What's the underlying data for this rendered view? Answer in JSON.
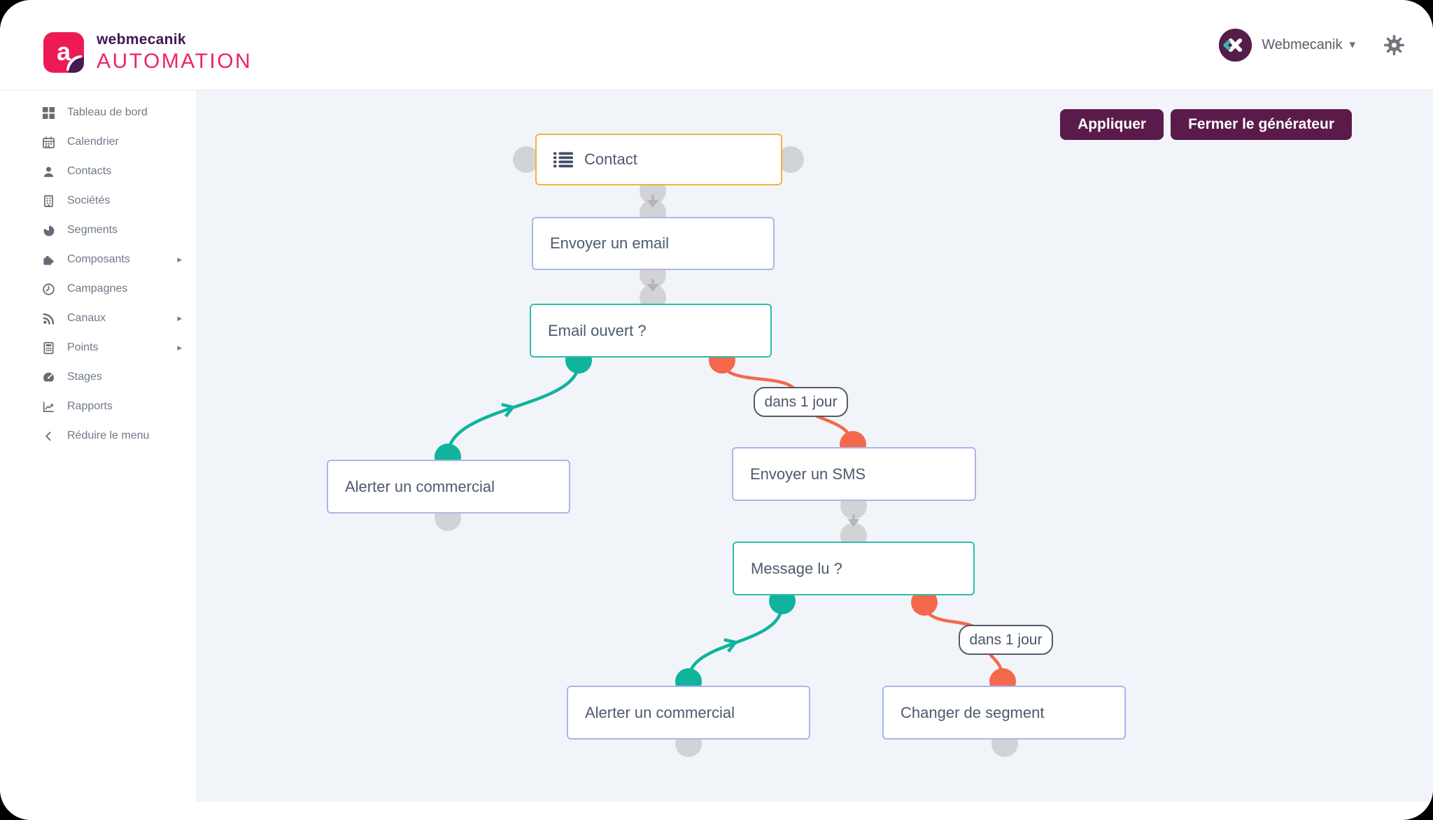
{
  "header": {
    "brand": {
      "logo_letter": "a",
      "name": "webmecanik",
      "product": "AUTOMATION"
    },
    "user": {
      "name": "Webmecanik"
    }
  },
  "sidebar": {
    "items": [
      {
        "label": "Tableau de bord",
        "icon": "dashboard-icon",
        "has_submenu": false
      },
      {
        "label": "Calendrier",
        "icon": "calendar-icon",
        "has_submenu": false
      },
      {
        "label": "Contacts",
        "icon": "user-icon",
        "has_submenu": false
      },
      {
        "label": "Sociétés",
        "icon": "building-icon",
        "has_submenu": false
      },
      {
        "label": "Segments",
        "icon": "pie-chart-icon",
        "has_submenu": false
      },
      {
        "label": "Composants",
        "icon": "puzzle-icon",
        "has_submenu": true
      },
      {
        "label": "Campagnes",
        "icon": "clock-icon",
        "has_submenu": false
      },
      {
        "label": "Canaux",
        "icon": "rss-icon",
        "has_submenu": true
      },
      {
        "label": "Points",
        "icon": "calculator-icon",
        "has_submenu": true
      },
      {
        "label": "Stages",
        "icon": "gauge-icon",
        "has_submenu": false
      },
      {
        "label": "Rapports",
        "icon": "chart-line-icon",
        "has_submenu": false
      }
    ],
    "collapse": {
      "label": "Réduire le menu",
      "icon": "chevron-left-icon"
    }
  },
  "toolbar": {
    "apply_label": "Appliquer",
    "close_label": "Fermer le générateur"
  },
  "flow": {
    "nodes": [
      {
        "id": "contact",
        "label": "Contact",
        "type": "source",
        "icon": "list-icon",
        "border_color": "#f2b43e"
      },
      {
        "id": "send-email",
        "label": "Envoyer un email",
        "type": "action",
        "border_color": "#abb5ec"
      },
      {
        "id": "email-opened",
        "label": "Email ouvert ?",
        "type": "decision",
        "border_color": "#2dbcab"
      },
      {
        "id": "alert-sales-1",
        "label": "Alerter un commercial",
        "type": "action",
        "border_color": "#abb5ec"
      },
      {
        "id": "send-sms",
        "label": "Envoyer un SMS",
        "type": "action",
        "border_color": "#abb5ec"
      },
      {
        "id": "message-read",
        "label": "Message lu ?",
        "type": "decision",
        "border_color": "#2dbcab"
      },
      {
        "id": "alert-sales-2",
        "label": "Alerter un commercial",
        "type": "action",
        "border_color": "#abb5ec"
      },
      {
        "id": "change-segment",
        "label": "Changer de segment",
        "type": "action",
        "border_color": "#abb5ec"
      }
    ],
    "edge_labels": [
      {
        "id": "delay-1",
        "label": "dans 1 jour"
      },
      {
        "id": "delay-2",
        "label": "dans 1 jour"
      }
    ]
  },
  "colors": {
    "yes_path_teal": "#10b39b",
    "no_path_red": "#f4694c",
    "source_border_orange": "#f2b43e",
    "action_border_lavender": "#abb5ec",
    "decision_border_teal": "#2dbcab",
    "neutral_anchor_gray": "#d2d3d5",
    "button_plum": "#5b1b4a",
    "brand_pink": "#ec255f",
    "brand_purple": "#421551",
    "canvas_bg": "#f1f5f9"
  }
}
